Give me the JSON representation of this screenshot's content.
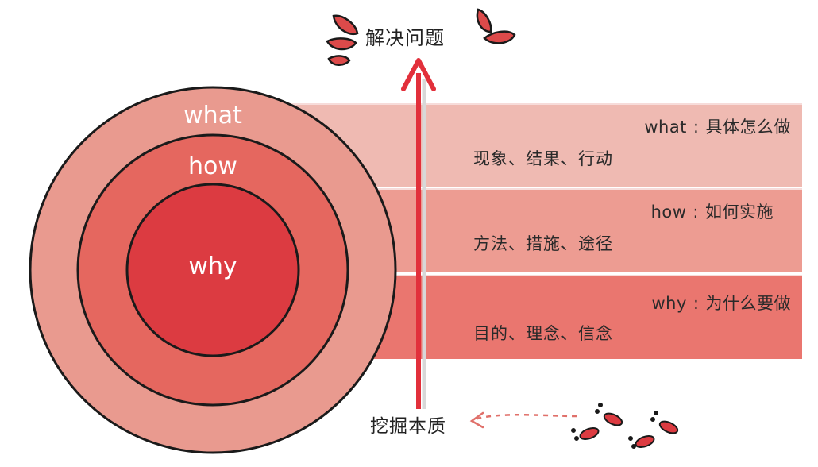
{
  "top_label": "解决问题",
  "bottom_label": "挖掘本质",
  "rings": {
    "what": "what",
    "how": "how",
    "why": "why"
  },
  "bands": [
    {
      "key": "what",
      "sep": ":",
      "title": "具体怎么做",
      "desc": "现象、结果、行动"
    },
    {
      "key": "how",
      "sep": ":",
      "title": "如何实施",
      "desc": "方法、措施、途径"
    },
    {
      "key": "why",
      "sep": ":",
      "title": "为什么要做",
      "desc": "目的、理念、信念"
    }
  ],
  "colors": {
    "arrow": "#e2303b",
    "ring_outer": "#e99a8f",
    "ring_middle": "#e5675f",
    "ring_inner": "#dc3b41",
    "band_what": "#efbab2",
    "band_how": "#ed9c92",
    "band_why": "#ea766f"
  }
}
